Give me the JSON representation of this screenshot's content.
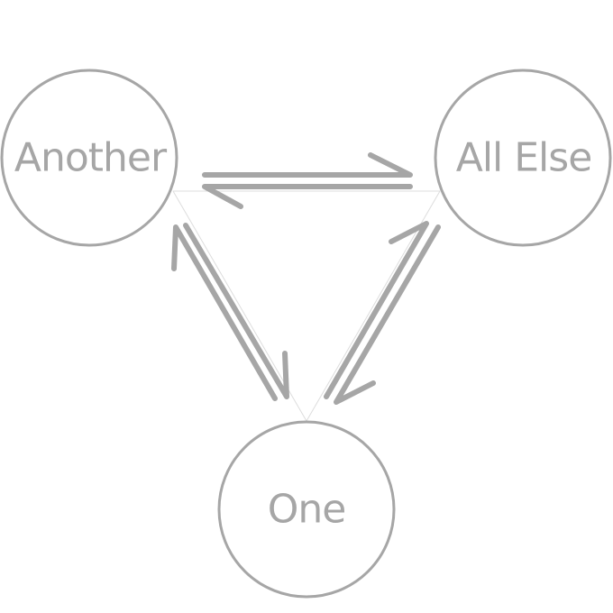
{
  "colors": {
    "stroke": "#a6a6a6",
    "text": "#a6a6a6",
    "edge": "#dddddd"
  },
  "nodes": [
    {
      "id": "another",
      "label": "Another"
    },
    {
      "id": "all-else",
      "label": "All Else"
    },
    {
      "id": "one",
      "label": "One"
    }
  ]
}
